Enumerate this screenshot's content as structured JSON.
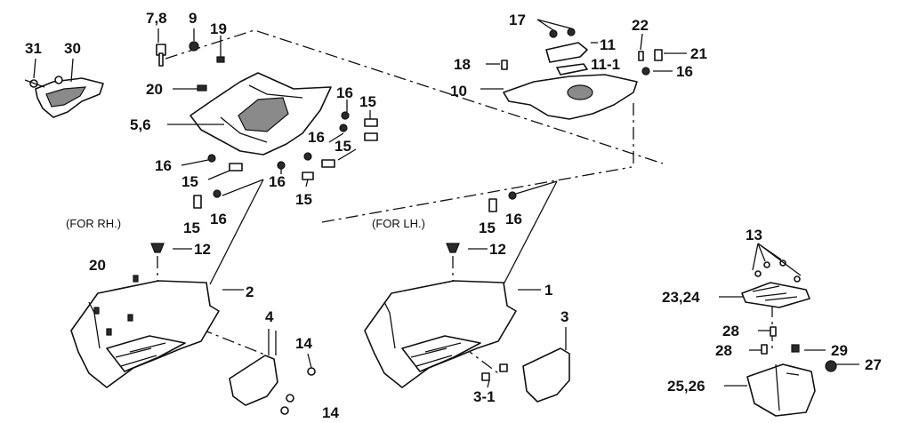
{
  "callouts": {
    "c31": "31",
    "c30": "30",
    "c78": "7,8",
    "c9": "9",
    "c19": "19",
    "c20a": "20",
    "c56": "5,6",
    "c16a": "16",
    "c15a": "15",
    "c16b": "16",
    "c15b": "15",
    "c16c": "16",
    "c15c": "15",
    "c16d": "16",
    "c15d": "15",
    "c15e": "15",
    "c16e": "16",
    "c12a": "12",
    "c20b": "20",
    "c2": "2",
    "c4": "4",
    "c14a": "14",
    "c14b": "14",
    "c17": "17",
    "c22": "22",
    "c11": "11",
    "c18": "18",
    "c111": "11-1",
    "c21": "21",
    "c10": "10",
    "c16f": "16",
    "c15f": "15",
    "c16g": "16",
    "c12b": "12",
    "c1": "1",
    "c3": "3",
    "c31b": "3-1",
    "c13": "13",
    "c2324": "23,24",
    "c28a": "28",
    "c28b": "28",
    "c29": "29",
    "c27": "27",
    "c2526": "25,26"
  },
  "notes": {
    "rh": "(FOR RH.)",
    "lh": "(FOR LH.)"
  }
}
